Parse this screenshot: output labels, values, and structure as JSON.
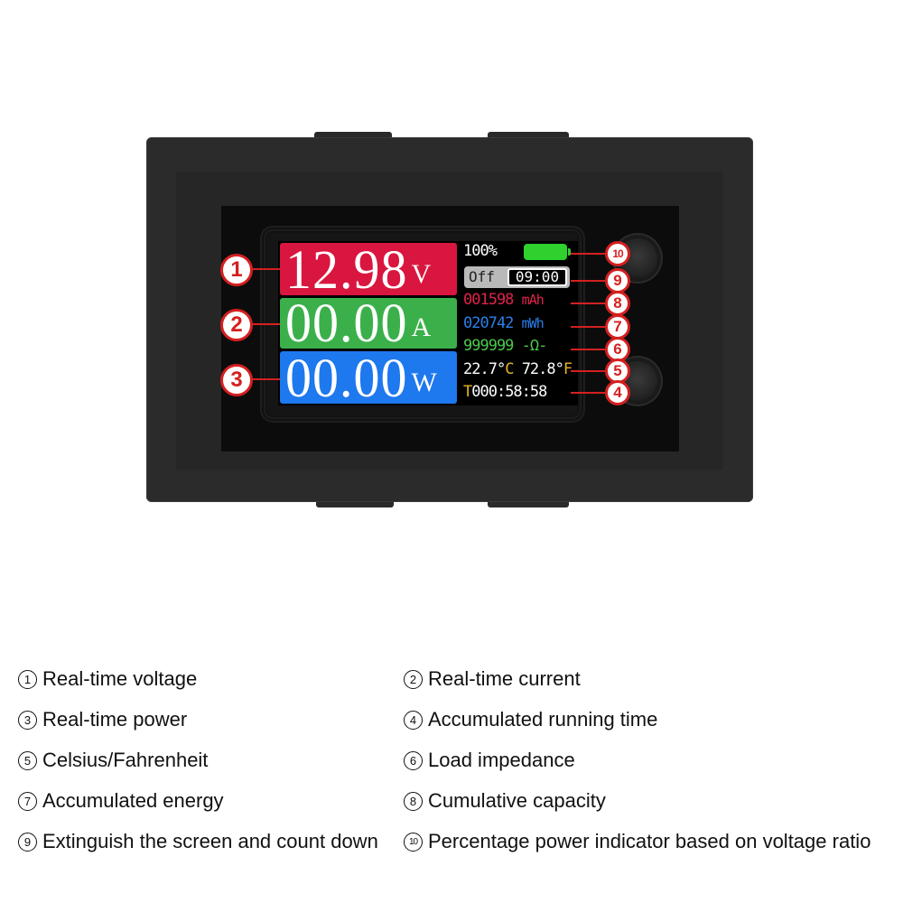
{
  "device": {
    "main_readings": [
      {
        "id": 1,
        "value": "12.98",
        "unit": "V",
        "color": "#d9163f",
        "label": "Real-time voltage"
      },
      {
        "id": 2,
        "value": "00.00",
        "unit": "A",
        "color": "#3bb04a",
        "label": "Real-time current"
      },
      {
        "id": 3,
        "value": "00.00",
        "unit": "W",
        "color": "#1e78ee",
        "label": "Real-time power"
      }
    ],
    "info": {
      "battery_percent": "100%",
      "battery_color": "#2fd12f",
      "screen_off_label": "Off",
      "countdown": "09:00",
      "capacity_value": "001598",
      "capacity_unit": "mAh",
      "energy_value": "020742",
      "energy_unit": "mWh",
      "impedance_value": "999999",
      "impedance_unit": "-Ω-",
      "temp_c_value": "22.7°",
      "temp_c_unit": "C",
      "temp_f_value": "72.8°",
      "temp_f_unit": "F",
      "runtime_prefix": "T",
      "runtime_value": "000:58:58"
    }
  },
  "callouts": [
    "1",
    "2",
    "3",
    "4",
    "5",
    "6",
    "7",
    "8",
    "9",
    "10"
  ],
  "legend": [
    {
      "num": "1",
      "text": "Real-time voltage"
    },
    {
      "num": "2",
      "text": "Real-time current"
    },
    {
      "num": "3",
      "text": "Real-time power"
    },
    {
      "num": "4",
      "text": "Accumulated running time"
    },
    {
      "num": "5",
      "text": "Celsius/Fahrenheit"
    },
    {
      "num": "6",
      "text": "Load impedance"
    },
    {
      "num": "7",
      "text": "Accumulated energy"
    },
    {
      "num": "8",
      "text": "Cumulative capacity"
    },
    {
      "num": "9",
      "text": "Extinguish the screen and count down"
    },
    {
      "num": "10",
      "text": "Percentage power indicator based on voltage ratio"
    }
  ]
}
